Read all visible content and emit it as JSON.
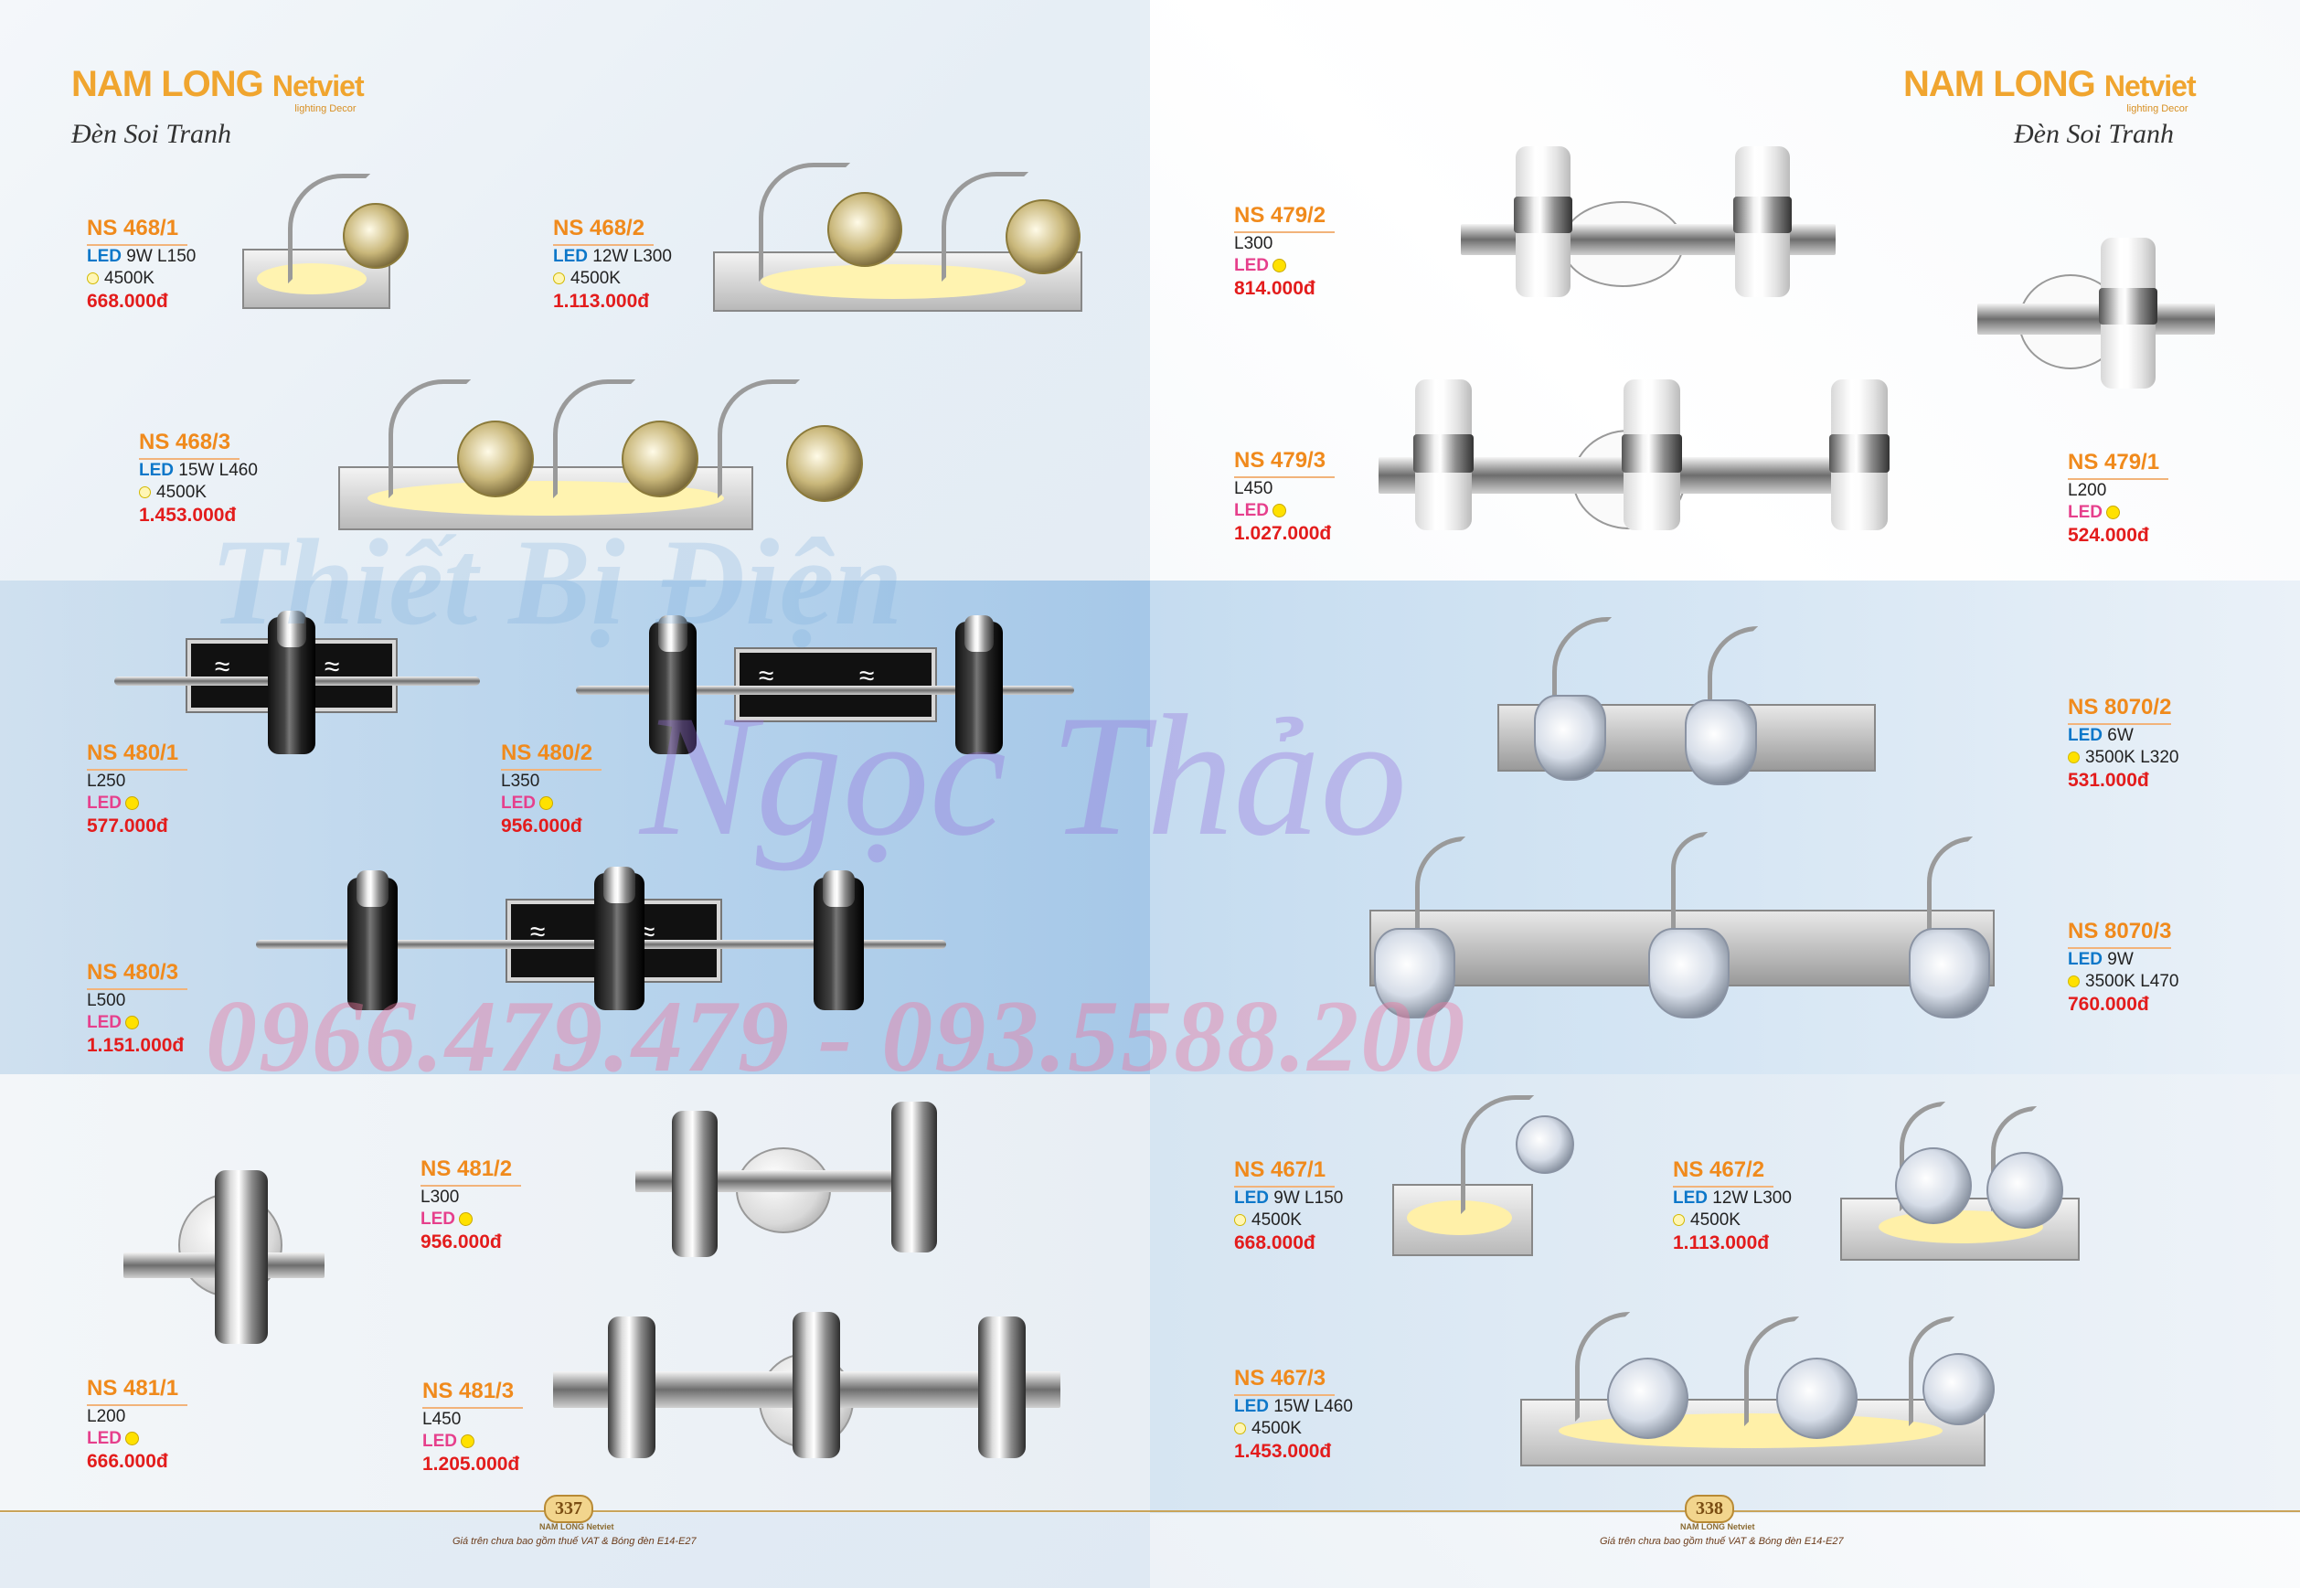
{
  "brand": {
    "name": "NAM LONG",
    "sub": "Netviet",
    "tag": "lighting Decor",
    "subtitle": "Đèn Soi Tranh"
  },
  "watermark": {
    "store": "Thiết Bị Điện",
    "name": "Ngọc Thảo",
    "phone": "0966.479.479 - 093.5588.200"
  },
  "products": {
    "ns468_1": {
      "code": "NS 468/1",
      "spec": "9W   L150",
      "temp": "4500K",
      "price": "668.000đ"
    },
    "ns468_2": {
      "code": "NS 468/2",
      "spec": "12W   L300",
      "temp": "4500K",
      "price": "1.113.000đ"
    },
    "ns468_3": {
      "code": "NS 468/3",
      "spec": "15W   L460",
      "temp": "4500K",
      "price": "1.453.000đ"
    },
    "ns480_1": {
      "code": "NS 480/1",
      "size": "L250",
      "price": "577.000đ"
    },
    "ns480_2": {
      "code": "NS 480/2",
      "size": "L350",
      "price": "956.000đ"
    },
    "ns480_3": {
      "code": "NS 480/3",
      "size": "L500",
      "price": "1.151.000đ"
    },
    "ns481_1": {
      "code": "NS 481/1",
      "size": "L200",
      "price": "666.000đ"
    },
    "ns481_2": {
      "code": "NS 481/2",
      "size": "L300",
      "price": "956.000đ"
    },
    "ns481_3": {
      "code": "NS 481/3",
      "size": "L450",
      "price": "1.205.000đ"
    },
    "ns479_2": {
      "code": "NS 479/2",
      "size": "L300",
      "price": "814.000đ"
    },
    "ns479_3": {
      "code": "NS 479/3",
      "size": "L450",
      "price": "1.027.000đ"
    },
    "ns479_1": {
      "code": "NS 479/1",
      "size": "L200",
      "price": "524.000đ"
    },
    "ns8070_2": {
      "code": "NS 8070/2",
      "spec": "6W",
      "temp": "3500K   L320",
      "price": "531.000đ"
    },
    "ns8070_3": {
      "code": "NS 8070/3",
      "spec": "9W",
      "temp": "3500K   L470",
      "price": "760.000đ"
    },
    "ns467_1": {
      "code": "NS 467/1",
      "spec": "9W   L150",
      "temp": "4500K",
      "price": "668.000đ"
    },
    "ns467_2": {
      "code": "NS 467/2",
      "spec": "12W   L300",
      "temp": "4500K",
      "price": "1.113.000đ"
    },
    "ns467_3": {
      "code": "NS 467/3",
      "spec": "15W   L460",
      "temp": "4500K",
      "price": "1.453.000đ"
    }
  },
  "led_label": "LED",
  "footer": {
    "page_left": "337",
    "page_right": "338",
    "brand": "NAM LONG Netviet",
    "note": "Giá trên chưa bao gồm thuế VAT & Bóng đèn E14-E27"
  },
  "colors": {
    "code": "#f08a1c",
    "price": "#e31c1c",
    "brand": "#f0a52f"
  }
}
